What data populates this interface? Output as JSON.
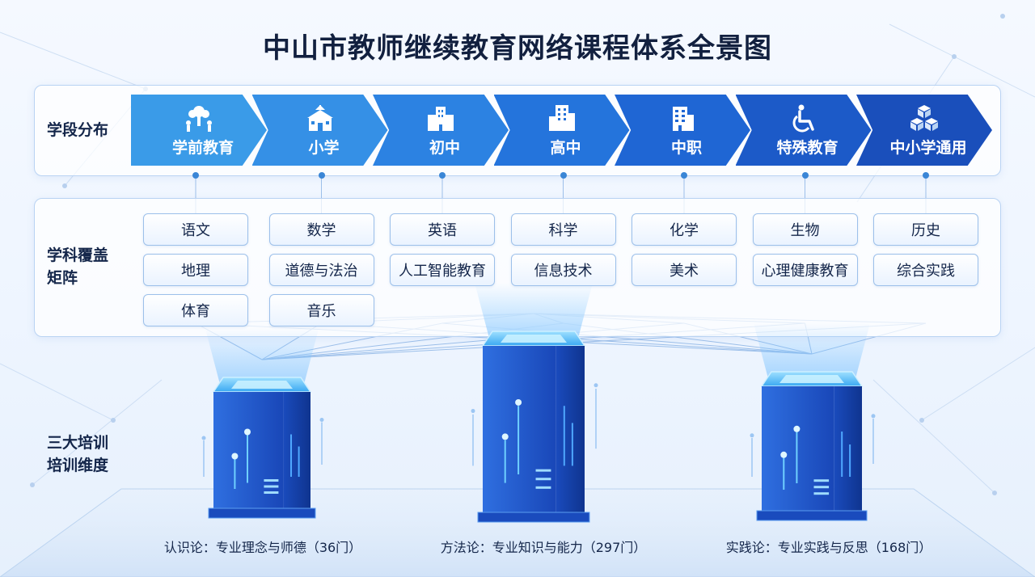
{
  "title": "中山市教师继续教育网络课程体系全景图",
  "row_labels": {
    "stage": "学段分布",
    "subject_line1": "学科覆盖",
    "subject_line2": "矩阵",
    "dim_line1": "三大培训",
    "dim_line2": "培训维度"
  },
  "stages": [
    {
      "label": "学前教育",
      "icon": "tree-people-icon",
      "color": "#3a9be8"
    },
    {
      "label": "小学",
      "icon": "school-icon",
      "color": "#3590e6"
    },
    {
      "label": "初中",
      "icon": "building-icon",
      "color": "#2c82e2"
    },
    {
      "label": "高中",
      "icon": "tall-building-icon",
      "color": "#2474dc"
    },
    {
      "label": "中职",
      "icon": "office-building-icon",
      "color": "#1f66d4"
    },
    {
      "label": "特殊教育",
      "icon": "wheelchair-icon",
      "color": "#1c5ac8"
    },
    {
      "label": "中小学通用",
      "icon": "cubes-icon",
      "color": "#1a4fbb"
    }
  ],
  "subjects": [
    [
      "语文",
      "地理",
      "体育"
    ],
    [
      "数学",
      "道德与法治",
      "音乐"
    ],
    [
      "英语",
      "人工智能教育"
    ],
    [
      "科学",
      "信息技术"
    ],
    [
      "化学",
      "美术"
    ],
    [
      "生物",
      "心理健康教育"
    ],
    [
      "历史",
      "综合实践"
    ]
  ],
  "dimensions": [
    {
      "label": "认识论：专业理念与师德（36门）"
    },
    {
      "label": "方法论：专业知识与能力（297门）"
    },
    {
      "label": "实践论：专业实践与反思（168门）"
    }
  ],
  "colors": {
    "accent": "#1f66d4",
    "panel_border": "#b9d3f3",
    "line": "#3a86d6"
  }
}
